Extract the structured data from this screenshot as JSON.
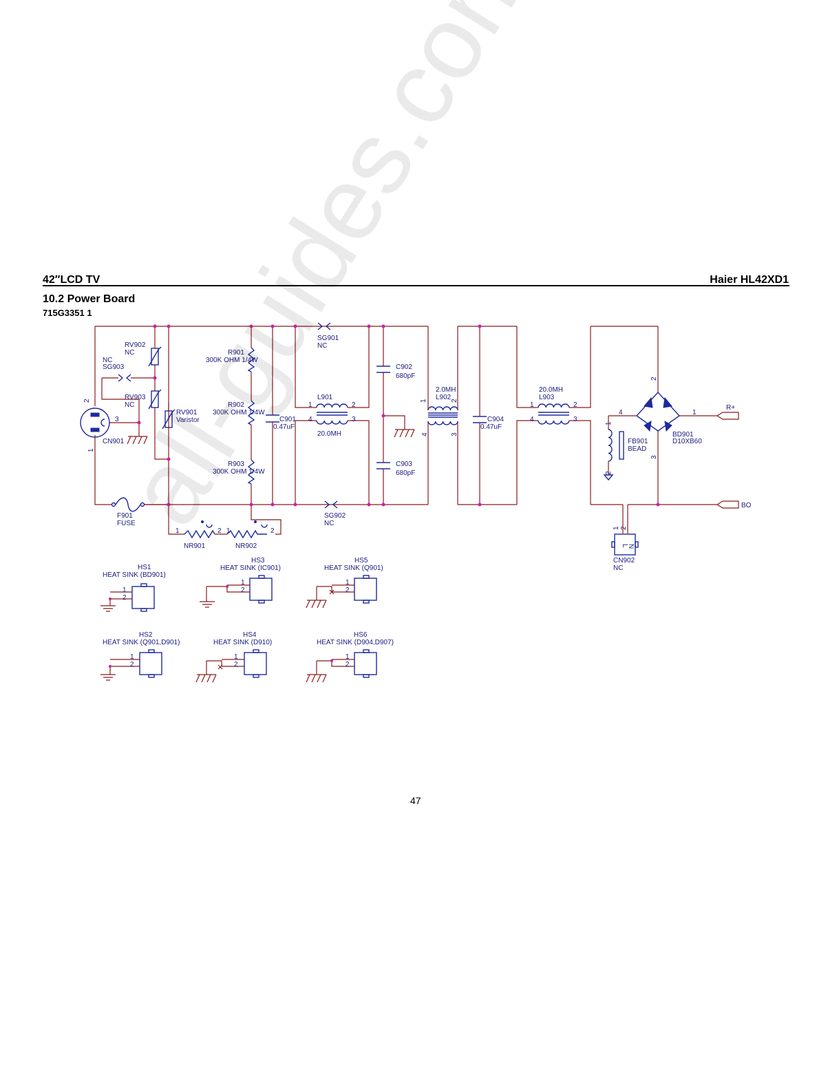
{
  "header": {
    "left_title": "42″LCD TV",
    "right_title": "Haier HL42XD1",
    "section": "10.2 Power Board",
    "board_code": "715G3351    1"
  },
  "page_number": "47",
  "watermark": "all-guides.com",
  "colors": {
    "wire": "#8b1a1a",
    "component": "#1f2a9e",
    "junction": "#cc1fa8",
    "label": "#1a1a80"
  },
  "components": {
    "rv902": {
      "ref": "RV902",
      "value": "NC"
    },
    "sg903": {
      "ref": "SG903",
      "value": "NC"
    },
    "rv903": {
      "ref": "RV903",
      "value": "NC"
    },
    "rv901": {
      "ref": "RV901",
      "value": "Varistor"
    },
    "cn901": {
      "ref": "CN901",
      "pins": [
        "2",
        "3",
        "1"
      ]
    },
    "f901": {
      "ref": "F901",
      "value": "FUSE"
    },
    "r901": {
      "ref": "R901",
      "value": "300K OHM 1/4W"
    },
    "r902": {
      "ref": "R902",
      "value": "300K OHM 1/4W"
    },
    "r903": {
      "ref": "R903",
      "value": "300K OHM 1/4W"
    },
    "c901": {
      "ref": "C901",
      "value": "0.47uF"
    },
    "sg901": {
      "ref": "SG901",
      "value": "NC"
    },
    "sg902": {
      "ref": "SG902",
      "value": "NC"
    },
    "l901": {
      "ref": "L901",
      "value": "20.0MH",
      "pins": [
        "1",
        "2",
        "4",
        "3"
      ]
    },
    "c902": {
      "ref": "C902",
      "value": "680pF"
    },
    "c903": {
      "ref": "C903",
      "value": "680pF"
    },
    "l902": {
      "ref": "L902",
      "value": "2.0MH",
      "pins": [
        "1",
        "2",
        "4",
        "3"
      ]
    },
    "c904": {
      "ref": "C904",
      "value": "0.47uF"
    },
    "l903": {
      "ref": "L903",
      "value": "20.0MH",
      "pins": [
        "1",
        "2",
        "4",
        "3"
      ]
    },
    "fb901": {
      "ref": "FB901",
      "value": "BEAD",
      "pins": [
        "1",
        "2"
      ]
    },
    "bd901": {
      "ref": "BD901",
      "value": "D10XB60",
      "pins": [
        "2",
        "4",
        "1",
        "3"
      ]
    },
    "nr901": {
      "ref": "NR901",
      "pins": [
        "1",
        "2"
      ]
    },
    "nr902": {
      "ref": "NR902",
      "pins": [
        "1",
        "2"
      ]
    },
    "cn902": {
      "ref": "CN902",
      "value": "NC",
      "pins": [
        "1",
        "2"
      ],
      "marks": [
        "L",
        "N"
      ]
    },
    "r_plus": {
      "label": "R+"
    },
    "bo": {
      "label": "BO"
    }
  },
  "heatsinks": [
    {
      "ref": "HS1",
      "desc": "HEAT SINK (BD901)",
      "pins": [
        "1",
        "2"
      ]
    },
    {
      "ref": "HS3",
      "desc": "HEAT SINK (IC901)",
      "pins": [
        "1",
        "2"
      ]
    },
    {
      "ref": "HS5",
      "desc": "HEAT SINK (Q901)",
      "pins": [
        "1",
        "2"
      ]
    },
    {
      "ref": "HS2",
      "desc": "HEAT SINK (Q901,D901)",
      "pins": [
        "1",
        "2"
      ]
    },
    {
      "ref": "HS4",
      "desc": "HEAT SINK (D910)",
      "pins": [
        "1",
        "2"
      ]
    },
    {
      "ref": "HS6",
      "desc": "HEAT SINK (D904,D907)",
      "pins": [
        "1",
        "2"
      ]
    }
  ]
}
